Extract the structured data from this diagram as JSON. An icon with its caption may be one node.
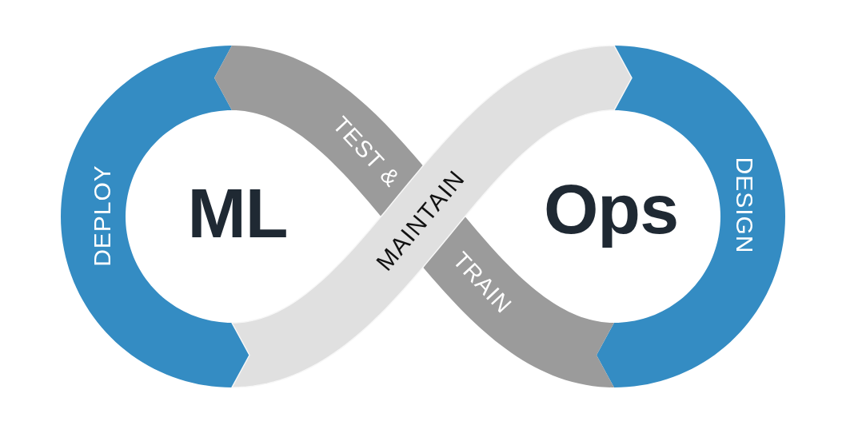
{
  "diagram": {
    "nodes": [
      {
        "text": [
          "DEPLOY"
        ]
      },
      {
        "text": [
          "TEST &",
          "TRAIN"
        ]
      },
      {
        "text": [
          "MAINTAIN"
        ]
      },
      {
        "text": [
          "DESIGN"
        ]
      }
    ],
    "labels": [
      "ML",
      "Ops"
    ]
  }
}
